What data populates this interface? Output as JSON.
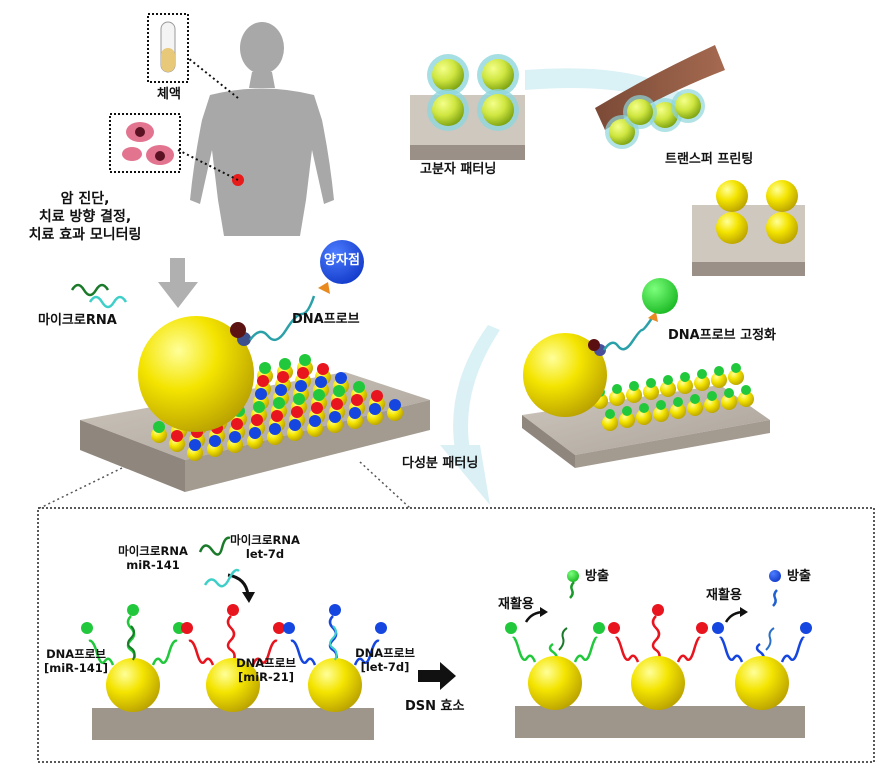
{
  "labels": {
    "body_fluid": "체액",
    "purpose_line1": "암 진단,",
    "purpose_line2": "치료 방향 결정,",
    "purpose_line3": "치료 효과 모니터링",
    "polymer_patterning": "고분자 패터닝",
    "transfer_printing": "트랜스퍼 프린팅",
    "probe_fix": "DNA프로브 고정화",
    "multi_patterning": "다성분 패터닝",
    "microrna": "마이크로RNA",
    "quantum_dot": "양자점",
    "dna_probe": "DNA프로브",
    "mirna_141_line1": "마이크로RNA",
    "mirna_141_line2": "miR-141",
    "mirna_let7d_line1": "마이크로RNA",
    "mirna_let7d_line2": "let-7d",
    "probe_141_line1": "DNA프로브",
    "probe_141_line2": "[miR-141]",
    "probe_21_line1": "DNA프로브",
    "probe_21_line2": "[miR-21]",
    "probe_let7d_line1": "DNA프로브",
    "probe_let7d_line2": "[let-7d]",
    "dsn_enzyme": "DSN 효소",
    "recycle_left": "재활용",
    "recycle_right": "재활용",
    "release_left": "방출",
    "release_right": "방출"
  },
  "colors": {
    "yellow": "#f2e200",
    "green": "#22c83c",
    "red": "#e8141e",
    "blue": "#1646e0",
    "substrate": "#b9b1a8",
    "quantum_dot": "#1a4fe0",
    "arrow_cycle": "#d4eef4"
  }
}
